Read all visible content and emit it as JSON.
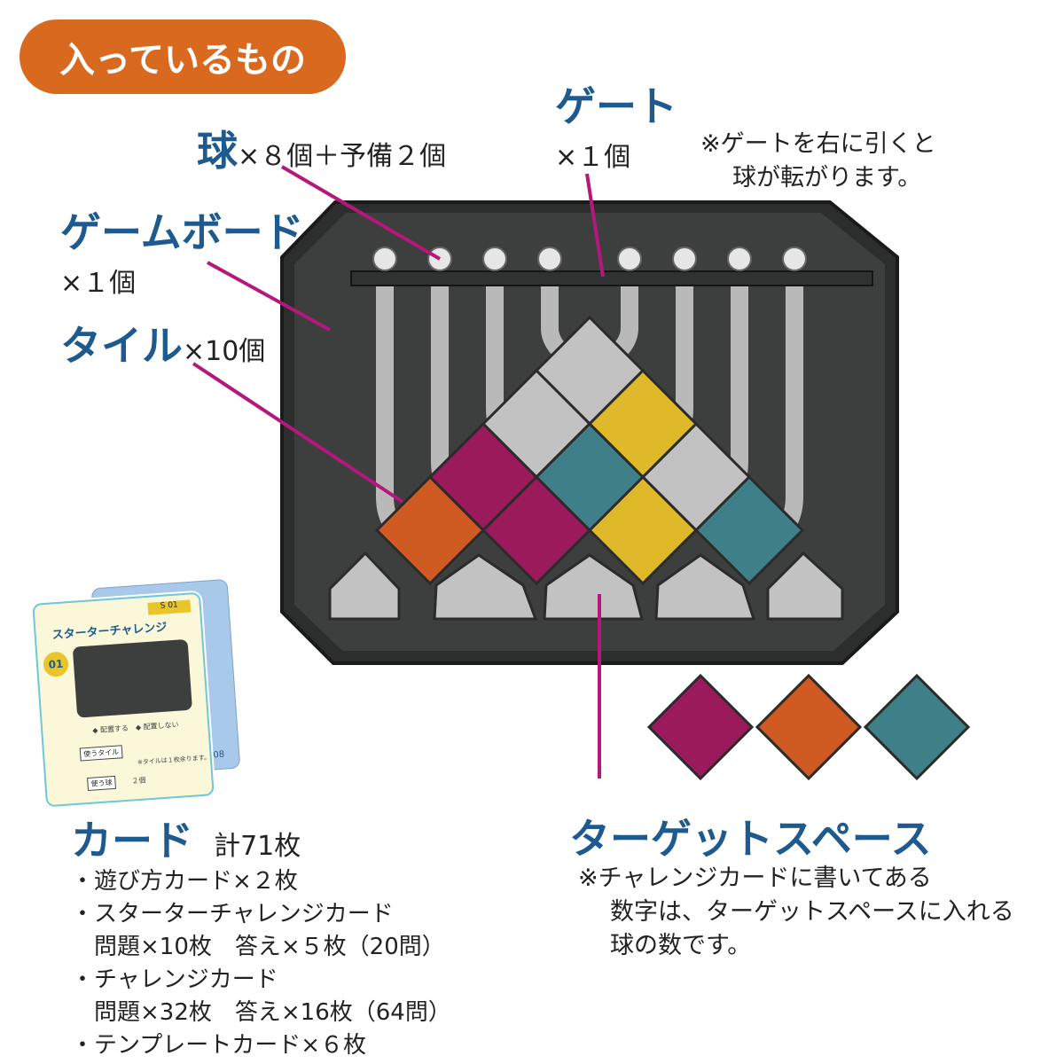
{
  "header": {
    "title": "入っているもの"
  },
  "ball": {
    "name": "球",
    "qty": "×８個＋予備２個"
  },
  "gate": {
    "name": "ゲート",
    "qty": "×１個",
    "note": [
      "※ゲートを右に引くと",
      "球が転がります。"
    ]
  },
  "board": {
    "name": "ゲームボード",
    "qty": "×１個"
  },
  "tile": {
    "name": "タイル",
    "qty": "×10個"
  },
  "card": {
    "name": "カード",
    "total": "計71枚",
    "items": [
      "・遊び方カード×２枚",
      "・スターターチャレンジカード",
      "　問題×10枚　答え×５枚（20問）",
      "・チャレンジカード",
      "　問題×32枚　答え×16枚（64問）",
      "・テンプレートカード×６枚"
    ]
  },
  "target": {
    "name": "ターゲットスペース",
    "note": [
      "※チャレンジカードに書いてある",
      "数字は、ターゲットスペースに入れる",
      "球の数です。"
    ]
  },
  "card_image": {
    "front_code": "S 01",
    "front_title": "スターターチャレンジ",
    "back_title_fragment": "ンジ",
    "number": "01",
    "legend_place": "配置する",
    "legend_noplace": "配置しない",
    "use_tiles": "使うタイル",
    "tile_note": "※タイルは１枚余ります。",
    "use_balls": "使う球",
    "ball_count": "２個",
    "back_code": "08"
  },
  "colors": {
    "badge": "#d9691e",
    "heading": "#1e5a8e",
    "leader": "#b5177b",
    "board": "#3c3f3d",
    "rail": "#b9b9b9",
    "magenta": "#9b1a5c",
    "orange": "#cf5a22",
    "yellow": "#dfb92a",
    "teal": "#3f7f87"
  }
}
